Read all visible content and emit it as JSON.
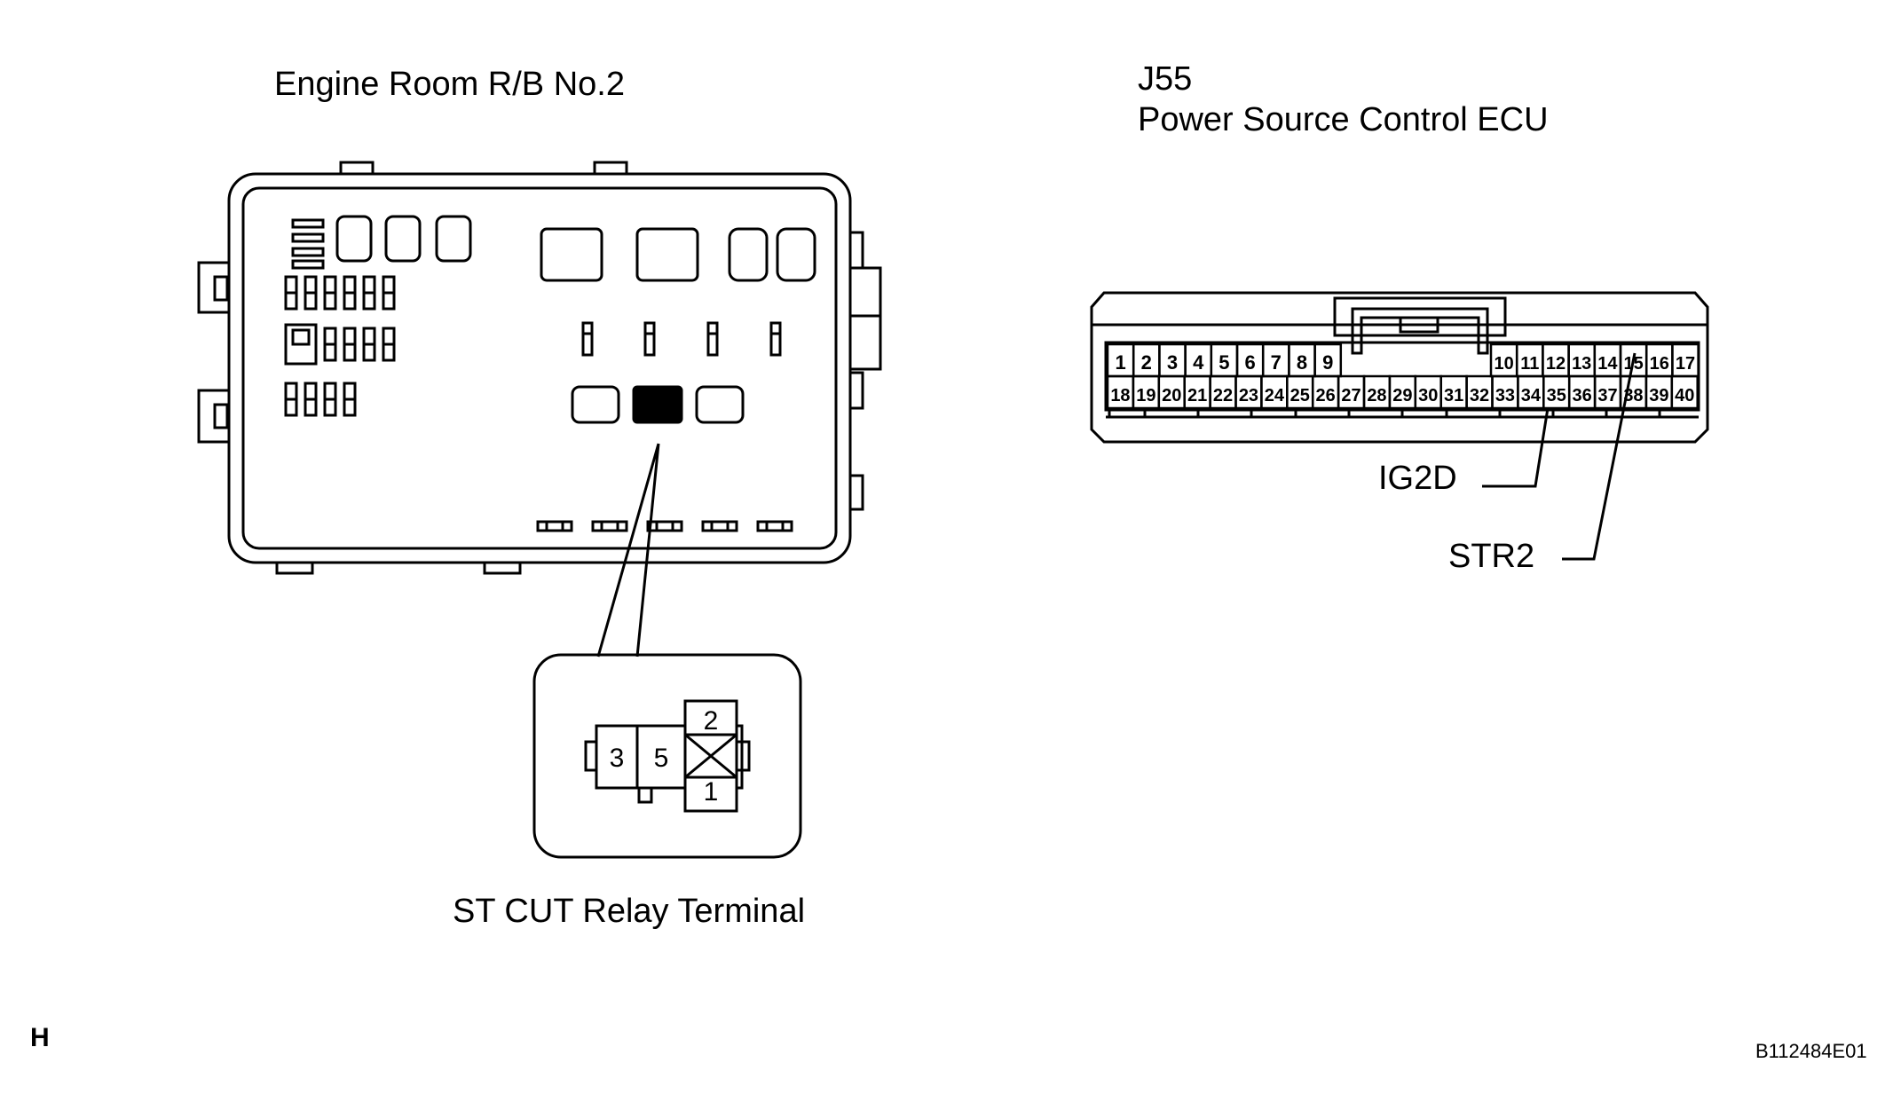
{
  "relay_box": {
    "title": "Engine Room R/B No.2",
    "relay_caption": "ST CUT Relay Terminal",
    "relay_terminals": [
      "3",
      "5",
      "2",
      "1"
    ]
  },
  "ecu": {
    "connector_code": "J55",
    "name": "Power Source Control ECU",
    "pins_top_left": [
      "1",
      "2",
      "3",
      "4",
      "5",
      "6",
      "7",
      "8",
      "9"
    ],
    "pins_top_right": [
      "10",
      "11",
      "12",
      "13",
      "14",
      "15",
      "16",
      "17"
    ],
    "pins_bottom": [
      "18",
      "19",
      "20",
      "21",
      "22",
      "23",
      "24",
      "25",
      "26",
      "27",
      "28",
      "29",
      "30",
      "31",
      "32",
      "33",
      "34",
      "35",
      "36",
      "37",
      "38",
      "39",
      "40"
    ],
    "callouts": [
      "IG2D",
      "STR2"
    ]
  },
  "footer": {
    "corner_mark": "H",
    "figure_id": "B112484E01"
  }
}
